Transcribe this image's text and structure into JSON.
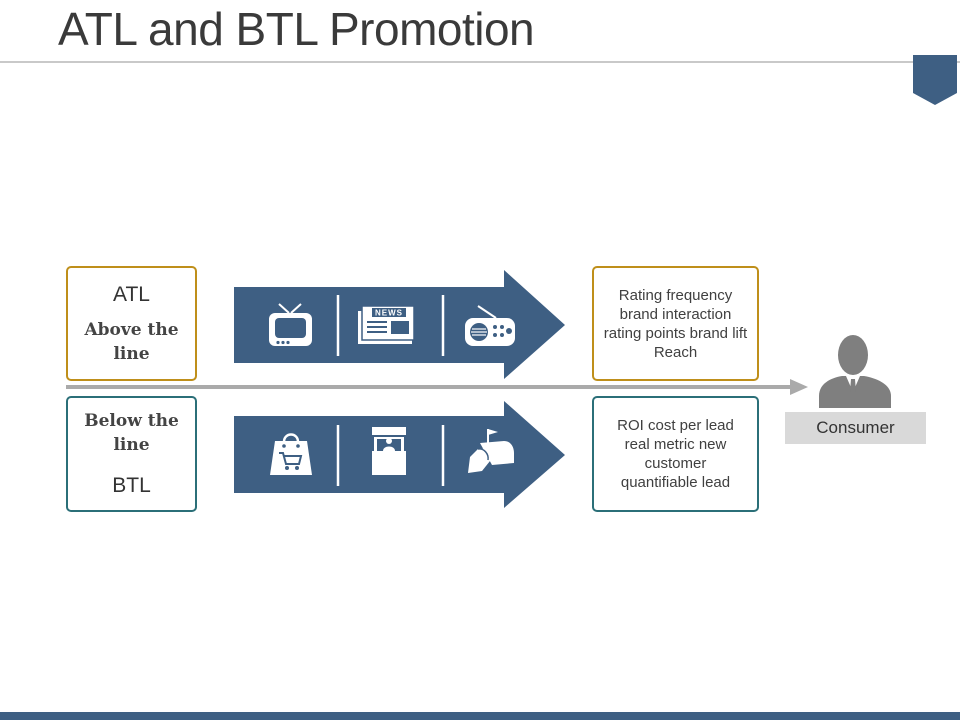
{
  "title": "ATL and BTL Promotion",
  "colors": {
    "navy": "#3e5f83",
    "gold_border": "#bf8f1a",
    "teal_border": "#2b6f78",
    "line_gray": "#aaaaaa",
    "person_gray": "#7f7f7f"
  },
  "atl": {
    "abbr": "ATL",
    "label": "Above the line",
    "icons": [
      "tv-icon",
      "newspaper-icon",
      "radio-icon"
    ],
    "newspaper_text": "NEWS",
    "metrics": "Rating frequency brand interaction rating points brand lift Reach"
  },
  "btl": {
    "abbr": "BTL",
    "label": "Below the line",
    "icons": [
      "shopping-bag-icon",
      "kiosk-stand-icon",
      "mailbox-icon"
    ],
    "metrics": "ROI cost per lead real metric new customer quantifiable lead"
  },
  "consumer": {
    "label": "Consumer",
    "icon": "person-icon"
  }
}
